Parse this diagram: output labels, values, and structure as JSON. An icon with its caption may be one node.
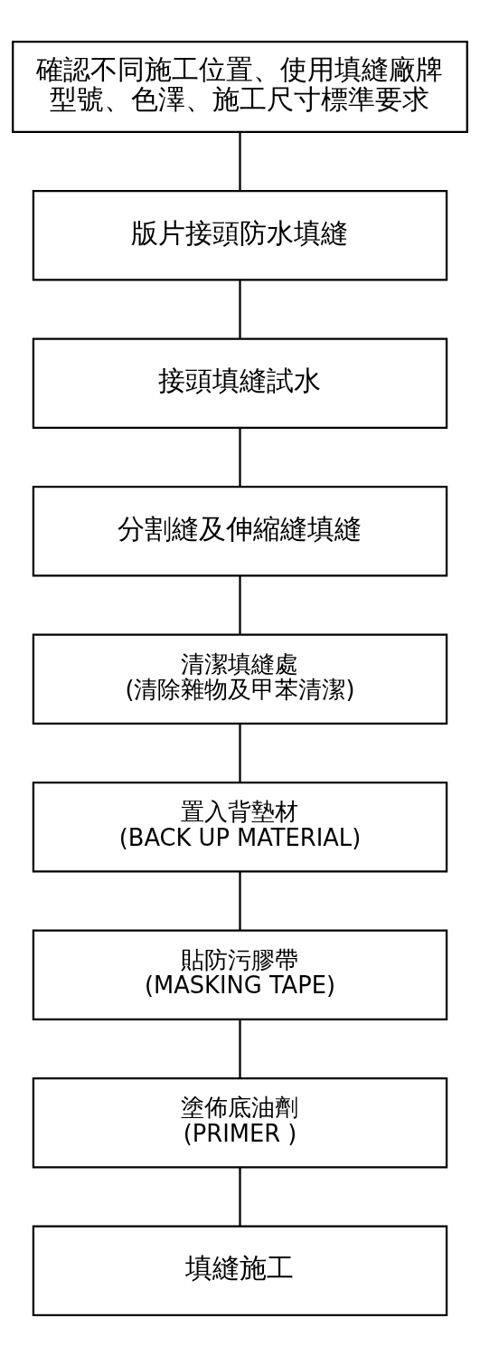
{
  "diagram": {
    "nodes": [
      {
        "text": [
          "確認不同施工位置、使用填縫廠牌型號、色澤、施工尺寸標準要求"
        ]
      },
      {
        "text": [
          "版片接頭防水填縫"
        ]
      },
      {
        "text": [
          "接頭填縫試水"
        ]
      },
      {
        "text": [
          "分割縫及伸縮縫填縫"
        ]
      },
      {
        "text": [
          "清潔填縫處",
          "(清除雜物及甲苯清潔)"
        ]
      },
      {
        "text": [
          "置入背墊材",
          "(BACK UP MATERIAL)"
        ]
      },
      {
        "text": [
          "貼防污膠帶",
          "(MASKING TAPE)"
        ]
      },
      {
        "text": [
          "塗佈底油劑",
          "(PRIMER )"
        ]
      },
      {
        "text": [
          "填縫施工"
        ]
      }
    ],
    "edges": [
      {
        "from": 0,
        "to": 1,
        "arrow": "none"
      },
      {
        "from": 1,
        "to": 2,
        "arrow": "none"
      },
      {
        "from": 2,
        "to": 3,
        "arrow": "none"
      },
      {
        "from": 3,
        "to": 4,
        "arrow": "none"
      },
      {
        "from": 4,
        "to": 5,
        "arrow": "none"
      },
      {
        "from": 5,
        "to": 6,
        "arrow": "none"
      },
      {
        "from": 6,
        "to": 7,
        "arrow": "none"
      },
      {
        "from": 7,
        "to": 8,
        "arrow": "none"
      }
    ]
  }
}
